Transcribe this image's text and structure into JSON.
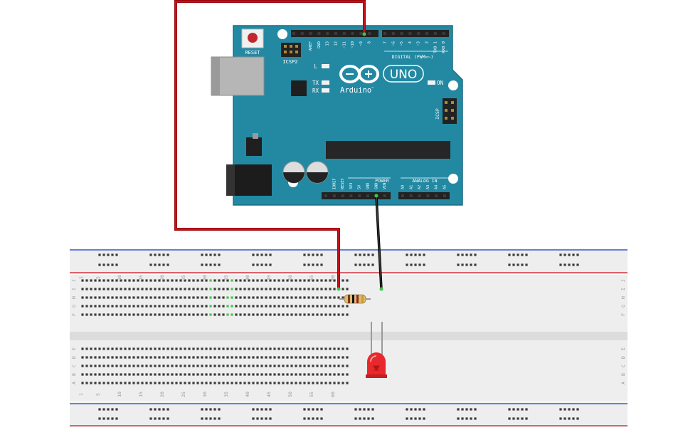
{
  "colors": {
    "board": "#2389a3",
    "board_dark": "#1c6f85",
    "header_black": "#222222",
    "pin_gold": "#b08a2a",
    "wire_red": "#c8101a",
    "wire_black": "#1a1a1a",
    "breadboard": "#eeeeee",
    "breadboard_groove": "#dcdcdc",
    "rail_blue": "#3a5bd6",
    "rail_red": "#d8343d",
    "hole": "#3a3a3a",
    "active_hole": "#39c84a",
    "led_red": "#e8282c",
    "reset_button": "#c0282e"
  },
  "arduino": {
    "reset_label": "RESET",
    "icsp2_label": "ICSP2",
    "icsp_label": "ICSP",
    "digital_label": "DIGITAL (PWM=~)",
    "power_label": "POWER",
    "analog_label": "ANALOG IN",
    "brand": "Arduino",
    "trademark": "™",
    "model": "UNO",
    "on_label": "ON",
    "led_l": "L",
    "led_tx": "TX",
    "led_rx": "RX",
    "top_pins": [
      "AREF",
      "GND",
      "13",
      "12",
      "~11",
      "~10",
      "~9",
      "8",
      "7",
      "~6",
      "~5",
      "4",
      "~3",
      "2",
      "TX0 1",
      "RX0 0"
    ],
    "power_pins": [
      "IOREF",
      "RESET",
      "3V3",
      "5V",
      "GND",
      "GND",
      "VIN"
    ],
    "analog_pins": [
      "A0",
      "A1",
      "A2",
      "A3",
      "A4",
      "A5"
    ]
  },
  "breadboard": {
    "column_numbers": [
      "1",
      "5",
      "10",
      "15",
      "20",
      "25",
      "30",
      "35",
      "40",
      "45",
      "50",
      "55",
      "60"
    ],
    "row_letters_top": [
      "J",
      "I",
      "H",
      "G",
      "F"
    ],
    "row_letters_bottom": [
      "E",
      "D",
      "C",
      "B",
      "A"
    ]
  },
  "components": {
    "resistor": "resistor",
    "led": "red LED"
  }
}
